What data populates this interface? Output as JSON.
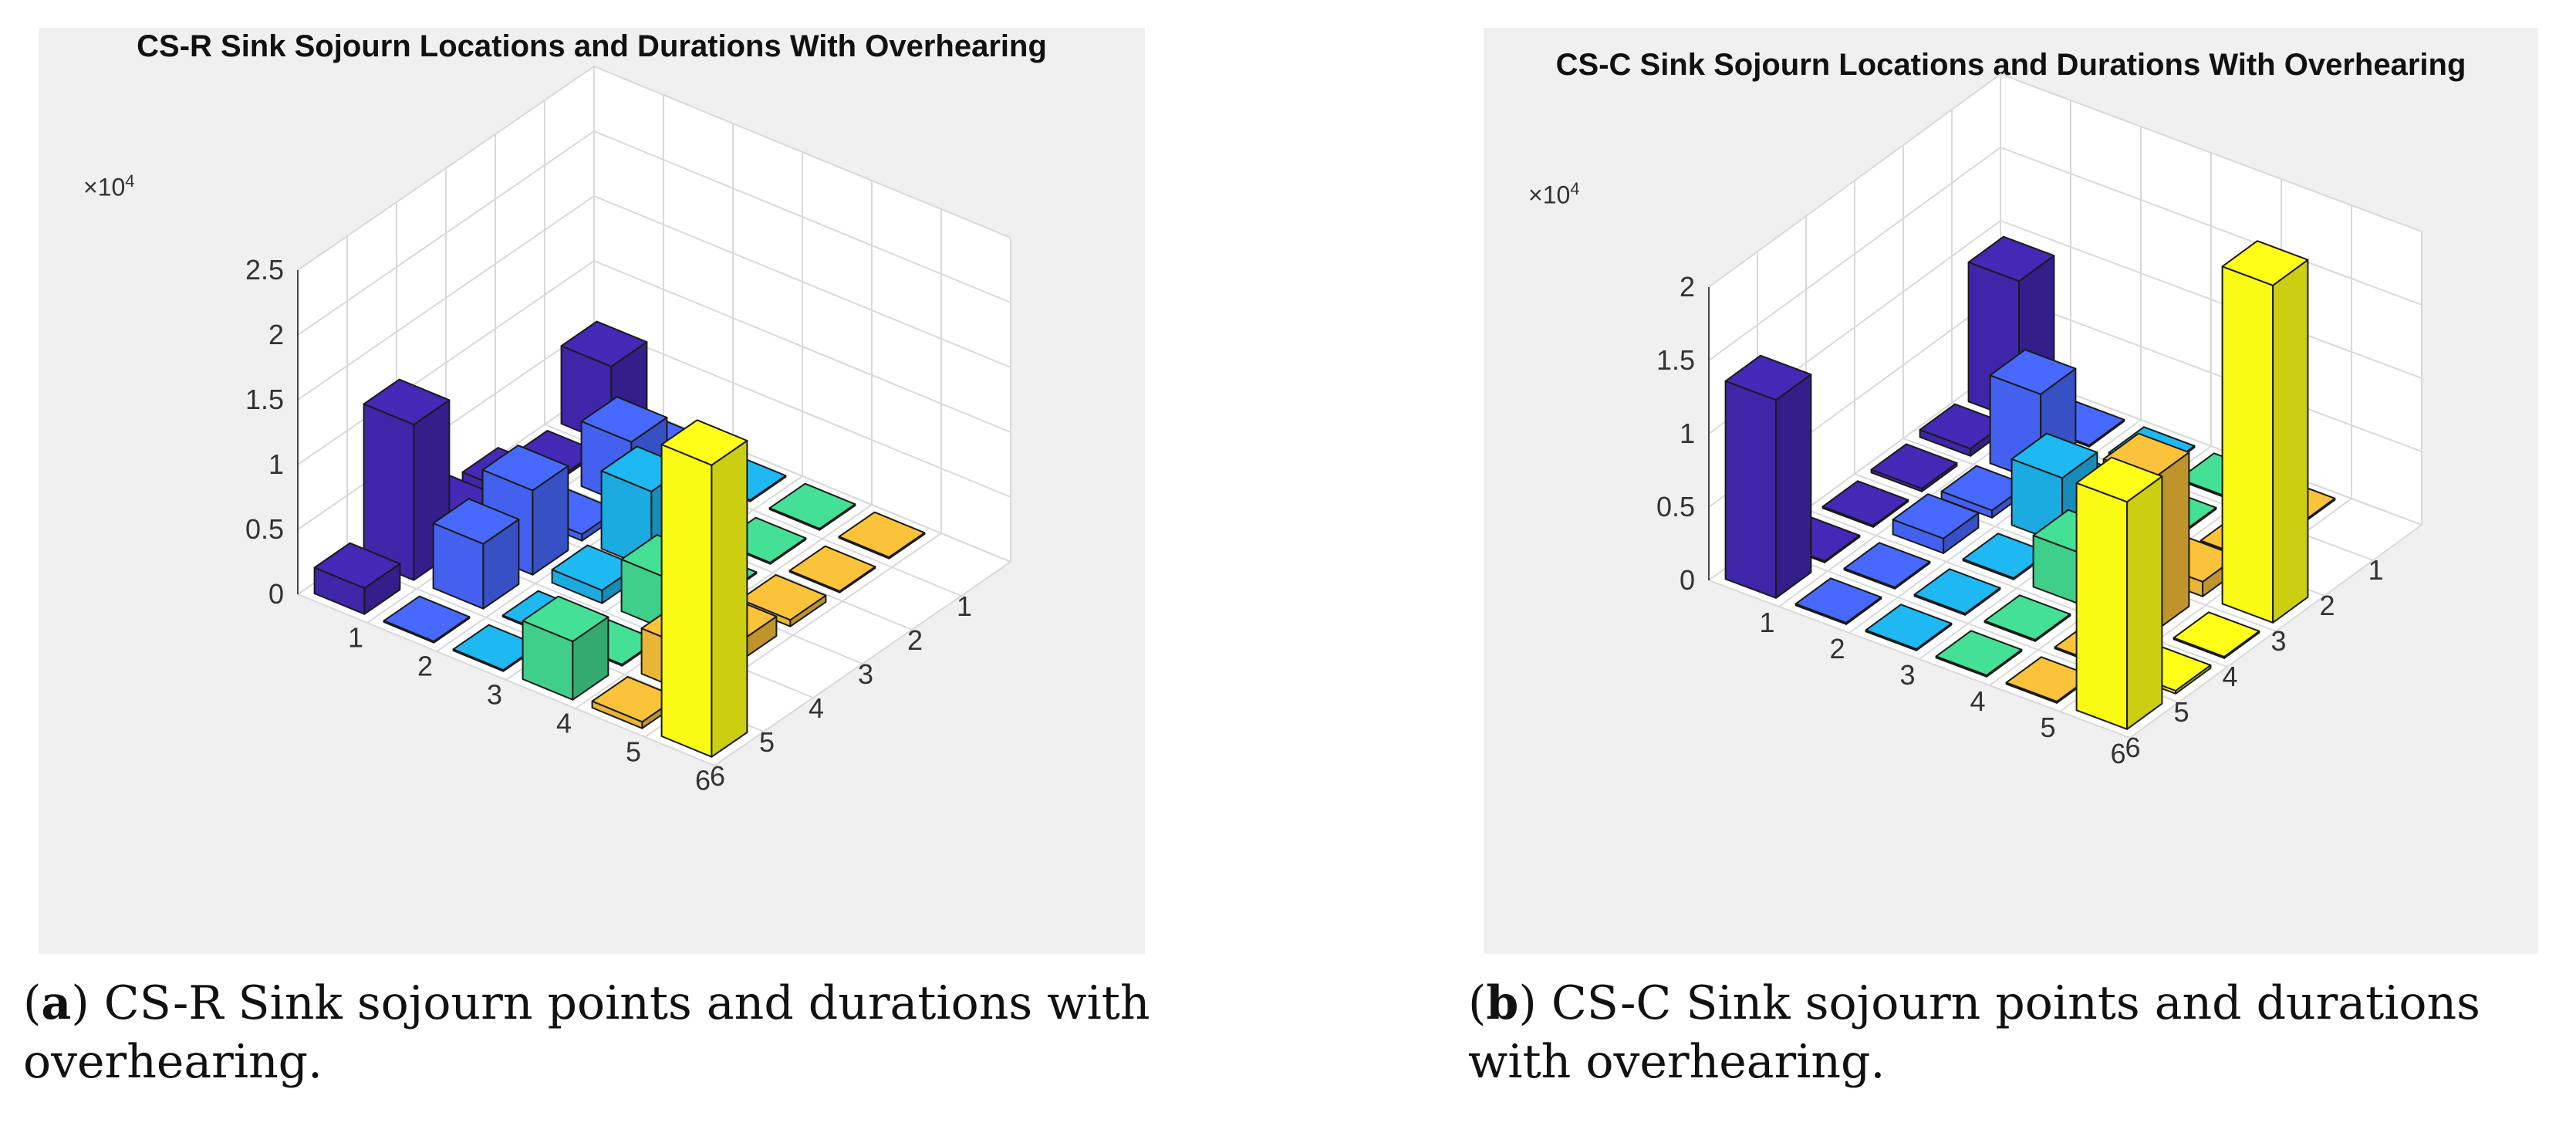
{
  "figures": [
    {
      "id": "a",
      "caption_label": "a",
      "caption_text": "CS-R Sink sojourn points and durations with overhearing."
    },
    {
      "id": "b",
      "caption_label": "b",
      "caption_text": "CS-C Sink sojourn points and durations with overhearing."
    }
  ],
  "chart_data": [
    {
      "type": "bar3d",
      "title": "CS-R Sink Sojourn Locations and Durations With Overhearing",
      "z_exponent_label": "×10",
      "z_exponent": "4",
      "zlim": [
        0,
        2.5
      ],
      "z_ticks": [
        "0",
        "0.5",
        "1",
        "1.5",
        "2",
        "2.5"
      ],
      "row_labels": [
        "1",
        "2",
        "3",
        "4",
        "5",
        "6"
      ],
      "col_labels": [
        "1",
        "2",
        "3",
        "4",
        "5",
        "6"
      ],
      "colors": [
        "#3e26a8",
        "#4361ee",
        "#1cabe0",
        "#3fcf8a",
        "#e8b535",
        "#f9fb15"
      ],
      "values": [
        [
          0.6,
          0.05,
          0.01,
          0.01,
          0.01,
          0.0
        ],
        [
          0.02,
          0.5,
          0.01,
          0.01,
          0.01,
          0.0
        ],
        [
          0.15,
          0.05,
          0.6,
          0.01,
          0.05,
          0.0
        ],
        [
          0.2,
          0.65,
          0.1,
          0.4,
          0.15,
          0.0
        ],
        [
          1.2,
          0.5,
          0.01,
          0.01,
          0.35,
          0.0
        ],
        [
          0.2,
          0.01,
          0.01,
          0.45,
          0.05,
          2.25
        ]
      ]
    },
    {
      "type": "bar3d",
      "title": "CS-C Sink Sojourn Locations and Durations With Overhearing",
      "z_exponent_label": "×10",
      "z_exponent": "4",
      "zlim": [
        0,
        2
      ],
      "z_ticks": [
        "0",
        "0.5",
        "1",
        "1.5",
        "2"
      ],
      "row_labels": [
        "1",
        "2",
        "3",
        "4",
        "5",
        "6"
      ],
      "col_labels": [
        "1",
        "2",
        "3",
        "4",
        "5",
        "6"
      ],
      "colors": [
        "#3e26a8",
        "#4361ee",
        "#1cabe0",
        "#3fcf8a",
        "#e8b535",
        "#f9fb15"
      ],
      "values": [
        [
          0.95,
          0.01,
          0.01,
          0.01,
          0.01,
          0.0
        ],
        [
          0.05,
          0.6,
          0.01,
          0.01,
          0.01,
          0.0
        ],
        [
          0.02,
          0.05,
          0.45,
          0.2,
          0.1,
          2.3
        ],
        [
          0.01,
          0.1,
          0.01,
          0.35,
          1.05,
          0.01
        ],
        [
          0.01,
          0.01,
          0.01,
          0.01,
          0.01,
          0.02
        ],
        [
          1.35,
          0.01,
          0.01,
          0.01,
          0.01,
          1.55
        ]
      ]
    }
  ]
}
